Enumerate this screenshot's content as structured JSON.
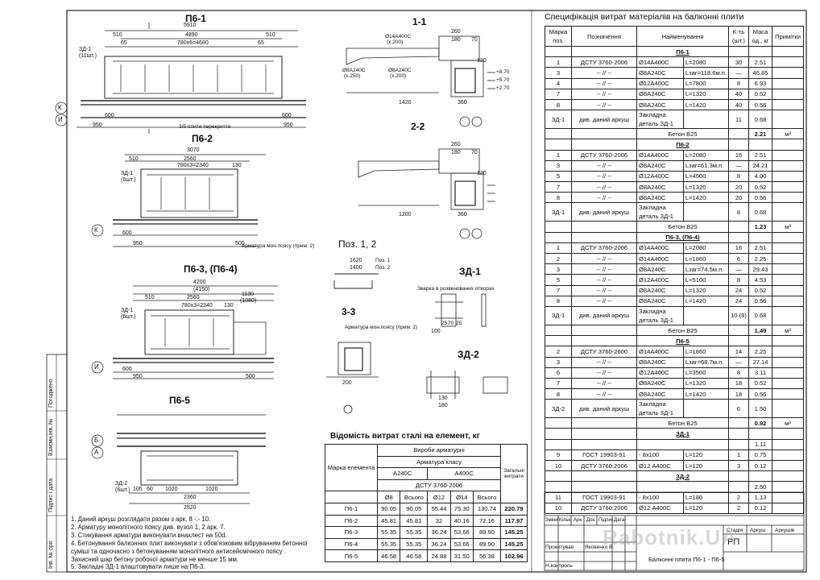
{
  "drawings": {
    "p1_title": "П6-1",
    "p2_title": "П6-2",
    "p3_title": "П6-3, (П6-4)",
    "p5_title": "П6-5",
    "s11_title": "1-1",
    "s22_title": "2-2",
    "poz_title": "Поз. 1, 2",
    "zd1_title": "ЗД-1",
    "s33_title": "3-3",
    "zd2_title": "ЗД-2",
    "p1_dims": [
      "5910",
      "4890",
      "780x6=4680",
      "510",
      "510",
      "65",
      "65",
      "600",
      "950",
      "600",
      "950"
    ],
    "p2_dims": [
      "3070",
      "2560",
      "780x3=2340",
      "510",
      "130",
      "600",
      "950",
      "500"
    ],
    "p3_dims": [
      "4200",
      "(4150)",
      "2560",
      "1130",
      "(1080)",
      "510",
      "780x3=2340",
      "130",
      "600",
      "950",
      "500"
    ],
    "p5_dims": [
      "2520",
      "2360",
      "105",
      "60",
      "1020",
      "1020"
    ],
    "s11_dims": [
      "260",
      "180",
      "70",
      "120",
      "360",
      "1420"
    ],
    "s22_dims": [
      "260",
      "180",
      "70",
      "120",
      "360",
      "1200"
    ],
    "poz_dims": [
      "1620",
      "1400",
      "Поз. 1",
      "Поз. 2"
    ],
    "zd_dims": [
      "100",
      "200",
      "25",
      "70",
      "25",
      "130",
      "180"
    ],
    "notes_marks": [
      "ЗД-1",
      "(11шт.)",
      "ЗД-1",
      "(6шт.)",
      "ЗД-1",
      "(6шт.)",
      "ЗД-2",
      "(6шт.)"
    ],
    "rebar_labels": [
      "Ø14А400С",
      "(х.200)",
      "Ø8А240С",
      "(х.250)",
      "Ø8А240С",
      "(х.200)"
    ],
    "annot": [
      "3/5 плити перекриття",
      "Арматура мон.поясу (прим. 2)",
      "Зварка в розвенованих отворах",
      "Арматура мон.поясу (прим. 2)",
      "+8.70",
      "+5.70",
      "+2.70"
    ],
    "axes": [
      "К",
      "И",
      "К",
      "И",
      "Б",
      "А"
    ]
  },
  "spec": {
    "title": "Специфікація витрат матеріалів на балконні плити",
    "headers": [
      "Марка поз.",
      "Позначення",
      "Найменування",
      "К-ть (шт.)",
      "Маса од., кг",
      "Примітки"
    ],
    "sections": [
      {
        "name": "П6-1",
        "rows": [
          [
            "1",
            "ДСТУ 3760-2006",
            "Ø14А400С",
            "L=2080",
            "30",
            "2.51",
            ""
          ],
          [
            "3",
            "-- // --",
            "Ø8А240С",
            "Lзаг=118.6м.п.",
            "—",
            "46.85",
            ""
          ],
          [
            "4",
            "-- // --",
            "Ø12А400С",
            "L=7800",
            "8",
            "6.93",
            ""
          ],
          [
            "7",
            "-- // --",
            "Ø8А240С",
            "L=1320",
            "40",
            "0.52",
            ""
          ],
          [
            "8",
            "-- // --",
            "Ø8А240С",
            "L=1420",
            "40",
            "0.56",
            ""
          ],
          [
            "ЗД-1",
            "див. даний аркуш",
            "Закладна деталь ЗД-1",
            "",
            "11",
            "0.68",
            ""
          ]
        ],
        "concrete": "Бетон В25",
        "mass": "2.21",
        "unit": "м³"
      },
      {
        "name": "П6-2",
        "rows": [
          [
            "1",
            "ДСТУ 3760-2006",
            "Ø14А400С",
            "L=2080",
            "16",
            "2.51",
            ""
          ],
          [
            "3",
            "-- // --",
            "Ø8А240С",
            "Lзаг=61.3м.п.",
            "—",
            "24.21",
            ""
          ],
          [
            "5",
            "-- // --",
            "Ø12А400С",
            "L=4500",
            "8",
            "4.00",
            ""
          ],
          [
            "7",
            "-- // --",
            "Ø8А240С",
            "L=1320",
            "20",
            "0.52",
            ""
          ],
          [
            "8",
            "-- // --",
            "Ø8А240С",
            "L=1420",
            "20",
            "0.56",
            ""
          ],
          [
            "ЗД-1",
            "див. даний аркуш",
            "Закладна деталь ЗД-1",
            "",
            "8",
            "0.68",
            ""
          ]
        ],
        "concrete": "Бетон В25",
        "mass": "1.23",
        "unit": "м³"
      },
      {
        "name": "П6-3, (П6-4)",
        "rows": [
          [
            "1",
            "ДСТУ 3760-2006",
            "Ø14А400С",
            "L=2080",
            "16",
            "2.51",
            ""
          ],
          [
            "2",
            "-- // --",
            "Ø14А400С",
            "L=1860",
            "6",
            "2.25",
            ""
          ],
          [
            "3",
            "-- // --",
            "Ø8А240С",
            "Lзаг=74.5м.п.",
            "—",
            "29.43",
            ""
          ],
          [
            "5",
            "-- // --",
            "Ø12А400С",
            "L=5100",
            "8",
            "4.53",
            ""
          ],
          [
            "7",
            "-- // --",
            "Ø8А240С",
            "L=1320",
            "24",
            "0.52",
            ""
          ],
          [
            "8",
            "-- // --",
            "Ø8А240С",
            "L=1420",
            "24",
            "0.56",
            ""
          ],
          [
            "ЗД-1",
            "див. даний аркуш",
            "Закладна деталь ЗД-1",
            "",
            "10 (8)",
            "0.68",
            ""
          ]
        ],
        "concrete": "Бетон В25",
        "mass": "1.49",
        "unit": "м³"
      },
      {
        "name": "П6-5",
        "rows": [
          [
            "2",
            "ДСТУ 3760-2600",
            "Ø14А400С",
            "L=1860",
            "14",
            "2.25",
            ""
          ],
          [
            "3",
            "-- // --",
            "Ø8А240С",
            "Lзаг=68.7м.п.",
            "—",
            "27.14",
            ""
          ],
          [
            "6",
            "-- // --",
            "Ø12А400С",
            "L=3500",
            "8",
            "3.11",
            ""
          ],
          [
            "7",
            "-- // --",
            "Ø8А240С",
            "L=1320",
            "18",
            "0.52",
            ""
          ],
          [
            "8",
            "-- // --",
            "Ø8А240С",
            "L=1420",
            "18",
            "0.56",
            ""
          ],
          [
            "ЗД-2",
            "див. даний аркуш",
            "Закладна деталь ЗД-1",
            "",
            "6",
            "1.50",
            ""
          ]
        ],
        "concrete": "Бетон В25",
        "mass": "0.92",
        "unit": "м³"
      },
      {
        "name": "ЗД-1",
        "total": "1.11",
        "rows": [
          [
            "9",
            "ГОСТ 19903-91",
            "- 8х100",
            "L=120",
            "1",
            "0.75",
            ""
          ],
          [
            "10",
            "ДСТУ 3760:2006",
            "Ø12 А400С",
            "L=120",
            "3",
            "0.12",
            ""
          ]
        ]
      },
      {
        "name": "ЗД-2",
        "total": "2.50",
        "rows": [
          [
            "11",
            "ГОСТ 19903-91",
            "- 8х100",
            "L=180",
            "2",
            "1.13",
            ""
          ],
          [
            "10",
            "ДСТУ 3760:2006",
            "Ø12 А400С",
            "L=120",
            "2",
            "0.12",
            ""
          ]
        ]
      }
    ]
  },
  "steel": {
    "title": "Відомість витрат сталі на елемент, кг",
    "h_mark": "Марка елемента",
    "h_products": "Вироби арматурні",
    "h_class": "Арматура класу",
    "h_a240": "А240С",
    "h_a400": "А400С",
    "h_dstu": "ДСТУ 3760-2006",
    "h_total": "Загальні витрати",
    "sub": [
      "Ø8",
      "Всього",
      "Ø12",
      "Ø14",
      "Всього"
    ],
    "rows": [
      [
        "П6-1",
        "90.05",
        "90.05",
        "55.44",
        "75.30",
        "130.74",
        "220.79"
      ],
      [
        "П6-2",
        "45.81",
        "45.81",
        "32",
        "40.16",
        "72.16",
        "117.97"
      ],
      [
        "П6-3",
        "55.35",
        "55.35",
        "36.24",
        "53.66",
        "89.90",
        "145.25"
      ],
      [
        "П6-4",
        "55.35",
        "55.35",
        "36.24",
        "53.66",
        "89.90",
        "145.25"
      ],
      [
        "П6-5",
        "46.58",
        "46.58",
        "24.88",
        "31.50",
        "56.38",
        "102.96"
      ]
    ]
  },
  "notes": [
    "1. Даний аркуш розглядати разом з арк. 8 -:- 10.",
    "2. Арматуру монолітного поясу див. вузол 1, 2 арк. 7.",
    "3. Стикування арматури виконувати внахлест на 50d.",
    "4. Бетонування балконних плит виконувати з обов'язковим вібруванням бетонної",
    "   суміші та одночасно з бетонуванням монолітного антисейсмічного поясу .",
    "   Захисний шар бетону робочої арматури не менше 15 мм.",
    "5. Закладні ЗД-1 влаштовувати лише на П6-3."
  ],
  "stamp": {
    "cols": [
      "Зміни",
      "Кільк.",
      "Арк.",
      "Док.",
      "Підпис",
      "Дата"
    ],
    "prepared": "Проектував",
    "author": "Яковенко В.",
    "control": "Н.контроль",
    "sheet_title": "Балконні плити П6-1 - П6-5",
    "stage_h": "Стадія",
    "sheet_h": "Аркуш",
    "sheets_h": "Аркушів",
    "stage": "РП"
  },
  "side": [
    "Погоджено",
    "Взаємн.інв. №",
    "Підпис і дата",
    "Інв. № оріг."
  ],
  "watermark": "Rabotnik.UA"
}
